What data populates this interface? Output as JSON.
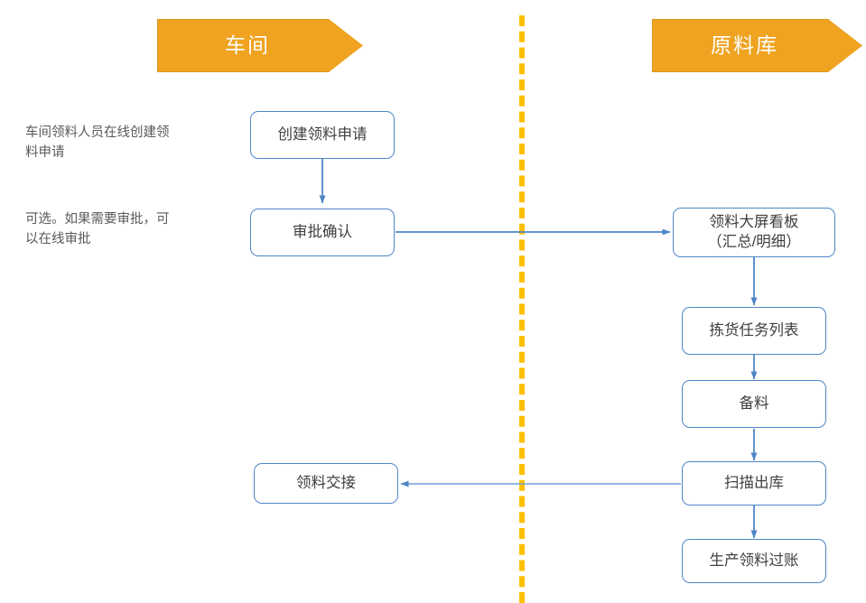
{
  "diagram": {
    "title_left_lane": "车间",
    "title_right_lane": "原料库",
    "colors": {
      "lane_banner_fill": "#EFA320",
      "lane_banner_stroke": "#D99A1E",
      "lane_banner_text": "#FFFFFF",
      "divider": "#FFC000",
      "node_stroke": "#4E86C7",
      "node_fill": "#FFFFFF",
      "node_text": "#3F3F3F",
      "connector": "#4E86C7",
      "annotation_text": "#595959"
    },
    "lanes": [
      {
        "name": "workshop",
        "label": "车间"
      },
      {
        "name": "raw-material-warehouse",
        "label": "原料库"
      }
    ],
    "annotations": [
      {
        "name": "annotation-create-request",
        "text": "车间领料人员在线创建领\n料申请"
      },
      {
        "name": "annotation-approval-optional",
        "text": "可选。如果需要审批，可\n以在线审批"
      }
    ],
    "nodes": [
      {
        "name": "node-create-picking-request",
        "label": "创建领料申请",
        "lane": "车间"
      },
      {
        "name": "node-approval-confirm",
        "label": "审批确认",
        "lane": "车间"
      },
      {
        "name": "node-picking-dashboard",
        "label": "领料大屏看板\n（汇总/明细）",
        "lane": "原料库"
      },
      {
        "name": "node-picking-task-list",
        "label": "拣货任务列表",
        "lane": "原料库"
      },
      {
        "name": "node-material-preparation",
        "label": "备料",
        "lane": "原料库"
      },
      {
        "name": "node-scan-outbound",
        "label": "扫描出库",
        "lane": "原料库"
      },
      {
        "name": "node-production-posting",
        "label": "生产领料过账",
        "lane": "原料库"
      },
      {
        "name": "node-material-handover",
        "label": "领料交接",
        "lane": "车间"
      }
    ],
    "edges": [
      {
        "name": "edge-create-to-approval",
        "from": "创建领料申请",
        "to": "审批确认"
      },
      {
        "name": "edge-approval-to-dashboard",
        "from": "审批确认",
        "to": "领料大屏看板（汇总/明细）"
      },
      {
        "name": "edge-dashboard-to-task-list",
        "from": "领料大屏看板（汇总/明细）",
        "to": "拣货任务列表"
      },
      {
        "name": "edge-task-list-to-preparation",
        "from": "拣货任务列表",
        "to": "备料"
      },
      {
        "name": "edge-preparation-to-scan",
        "from": "备料",
        "to": "扫描出库"
      },
      {
        "name": "edge-scan-to-posting",
        "from": "扫描出库",
        "to": "生产领料过账"
      },
      {
        "name": "edge-scan-to-handover",
        "from": "扫描出库",
        "to": "领料交接"
      }
    ]
  }
}
